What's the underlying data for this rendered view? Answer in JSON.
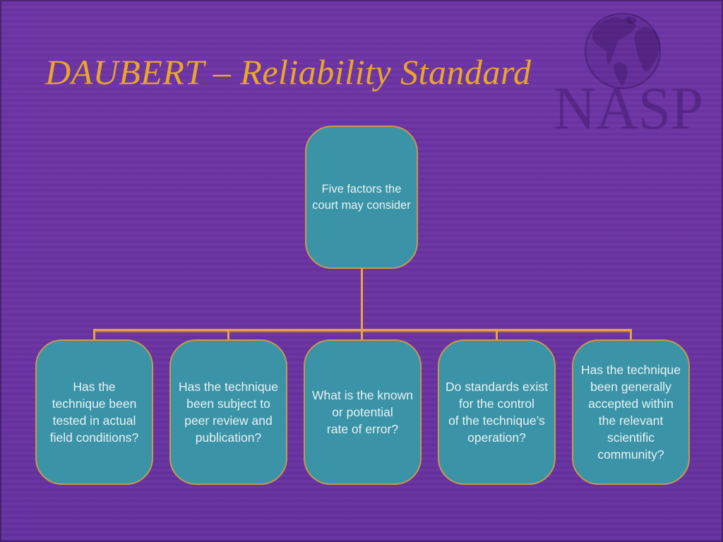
{
  "slide": {
    "title": "DAUBERT – Reliability Standard",
    "background_color": "#6B33A2",
    "title_color": "#E9A62B",
    "box_fill_color": "#3A93A6",
    "box_border_color": "#C79A4E",
    "connector_color": "#E8A440",
    "box_text_color": "#E7F3F6"
  },
  "logo": {
    "text": "NASP",
    "description": "globe-watermark"
  },
  "diagram": {
    "root": {
      "text": "Five factors the\ncourt may consider"
    },
    "children": [
      {
        "text": "Has the\ntechnique been\ntested in actual\nfield conditions?"
      },
      {
        "text": "Has the technique\nbeen subject to\npeer review and\npublication?"
      },
      {
        "text": "What is the known\nor potential\nrate of error?"
      },
      {
        "text": "Do standards exist\nfor the control\nof the technique’s\noperation?"
      },
      {
        "text": "Has the technique\nbeen generally\naccepted within\nthe relevant\nscientific\ncommunity?"
      }
    ]
  }
}
